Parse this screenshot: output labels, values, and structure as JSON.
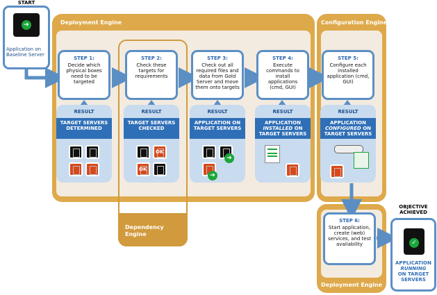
{
  "start": {
    "label": "START",
    "caption": "Application on Baseline Server"
  },
  "objective": {
    "label": "OBJECTIVE ACHIEVED",
    "caption_line1": "APPLICATION",
    "caption_italic": "RUNNING",
    "caption_line3": "ON TARGET SERVERS"
  },
  "engines": {
    "deployment_top": "Deployment Engine",
    "configuration": "Configuration Engine",
    "dependency": "Dependency Engine",
    "deployment_bottom": "Deployment Engine"
  },
  "steps": [
    {
      "title": "STEP 1:",
      "text": "Decide which physical boxes need to be targeted"
    },
    {
      "title": "STEP 2:",
      "text": "Check these targets for requirements"
    },
    {
      "title": "STEP 3:",
      "text": "Check out all required files and data from Gold Server and move them onto targets"
    },
    {
      "title": "STEP 4:",
      "text": "Execute commands to install applications (cmd, GUI)"
    },
    {
      "title": "STEP 5:",
      "text": "Configure each installed application (cmd, GUI)"
    },
    {
      "title": "STEP 6:",
      "text": "Start application, create (web) services, and test availability"
    }
  ],
  "results": [
    {
      "label": "RESULT",
      "desc_pre": "TARGET SERVERS DETERMINED",
      "desc_italic": "",
      "desc_post": ""
    },
    {
      "label": "RESULT",
      "desc_pre": "TARGET SERVERS CHECKED",
      "desc_italic": "",
      "desc_post": ""
    },
    {
      "label": "RESULT",
      "desc_pre": "APPLICATION ON TARGET SERVERS",
      "desc_italic": "",
      "desc_post": ""
    },
    {
      "label": "RESULT",
      "desc_pre": "APPLICATION",
      "desc_italic": "INSTALLED",
      "desc_post": "ON TARGET SERVERS"
    },
    {
      "label": "RESULT",
      "desc_pre": "APPLICATION",
      "desc_italic": "CONFIGURED",
      "desc_post": "ON TARGET SERVERS"
    }
  ],
  "badges": {
    "ok": "OK"
  },
  "colors": {
    "engine_orange": "#dea94a",
    "step_blue": "#5b8fc4",
    "result_bg": "#c9dbee",
    "result_desc": "#2f6fb7",
    "alert_red": "#d9481a",
    "ok_green": "#1aa63a"
  }
}
